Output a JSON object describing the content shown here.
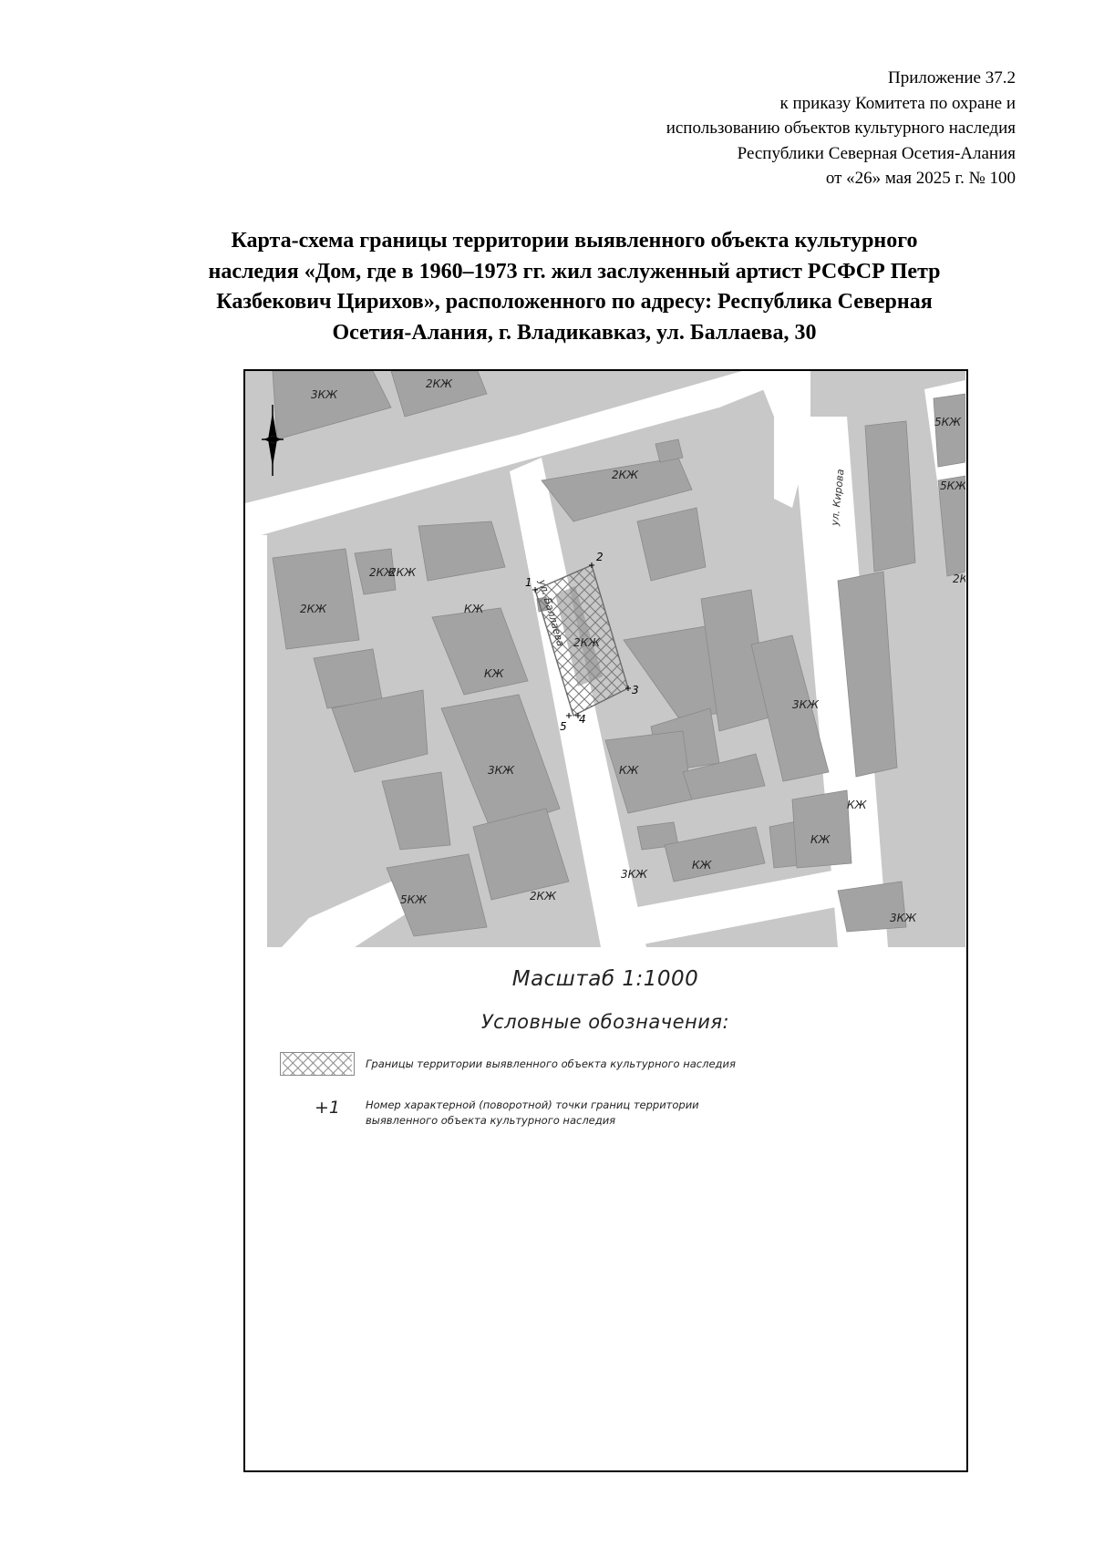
{
  "header": {
    "lines": [
      "Приложение 37.2",
      "к приказу Комитета по охране и",
      "использованию объектов культурного наследия",
      "Республики Северная Осетия-Алания",
      "от «26» мая 2025 г. № 100"
    ]
  },
  "title": {
    "lines": [
      "Карта-схема границы территории выявленного объекта культурного",
      "наследия «Дом, где в 1960–1973 гг. жил заслуженный артист РСФСР Петр",
      "Казбекович Цирихов», расположенного по адресу: Республика Северная",
      "Осетия-Алания, г. Владикавказ, ул. Баллаева, 30"
    ]
  },
  "map": {
    "building_labels": [
      "3КЖ",
      "2КЖ",
      "2КЖ",
      "2КЖ",
      "2КЖ",
      "2КЖ",
      "КЖ",
      "КЖ",
      "2КЖ",
      "3КЖ",
      "КЖ",
      "3КЖ",
      "КЖ",
      "5КЖ",
      "2КЖ",
      "3КЖ",
      "КЖ",
      "КЖ",
      "3КЖ",
      "5КЖ",
      "5КЖ",
      "2К"
    ],
    "point_labels": [
      "1",
      "2",
      "3",
      "4",
      "5"
    ],
    "street_labels": [
      "ул. Баллаева",
      "ул. Кирова"
    ],
    "boundary_color": "#777777",
    "building_color": "#a3a3a3",
    "background_color": "#c8c8c8",
    "road_color": "#ffffff"
  },
  "legend": {
    "scale": "Масштаб 1:1000",
    "title": "Условные обозначения:",
    "items": [
      {
        "symbol": "hatch",
        "text": "Границы территории выявленного объекта культурного наследия"
      },
      {
        "symbol": "+1",
        "lines": [
          "Номер характерной (поворотной) точки границ территории",
          "выявленного объекта культурного наследия"
        ]
      }
    ]
  }
}
